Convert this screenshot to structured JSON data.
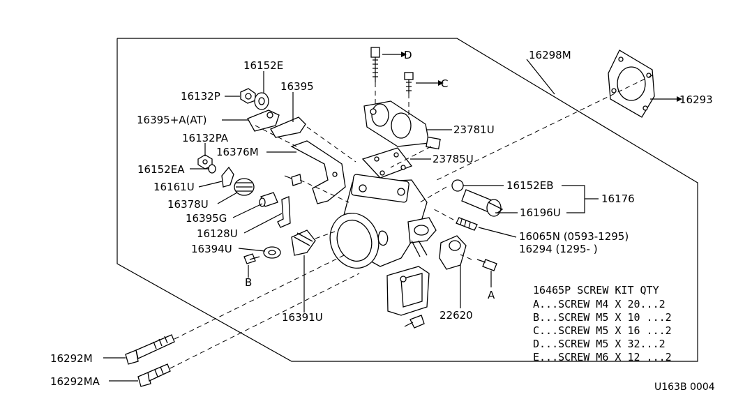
{
  "labels": {
    "p16298M": "16298M",
    "p16293": "16293",
    "p16152E": "16152E",
    "p16132P": "16132P",
    "p16395": "16395",
    "p16395AAT": "16395+A(AT)",
    "p16132PA": "16132PA",
    "p16376M": "16376M",
    "p16152EA": "16152EA",
    "p16161U": "16161U",
    "p16378U": "16378U",
    "p16395G": "16395G",
    "p16128U": "16128U",
    "p16394U": "16394U",
    "p16391U": "16391U",
    "p23781U": "23781U",
    "p23785U": "23785U",
    "p16152EB": "16152EB",
    "p16176": "16176",
    "p16196U": "16196U",
    "p16065N": "16065N (0593-1295)",
    "p16294": "16294  (1295-      )",
    "p22620": "22620",
    "p16292M": "16292M",
    "p16292MA": "16292MA",
    "screwA": "A",
    "screwB": "B",
    "screwC": "C",
    "screwD": "D",
    "diagram_code": "U163B 0004"
  },
  "screw_kit": {
    "header": "16465P  SCREW KIT  QTY",
    "rows": [
      "A...SCREW M4 X 20...2",
      "B...SCREW M5 X 10 ...2",
      "C...SCREW M5 X 16 ...2",
      "D...SCREW M5 X 32...2",
      "E...SCREW M6 X 12 ...2"
    ]
  }
}
